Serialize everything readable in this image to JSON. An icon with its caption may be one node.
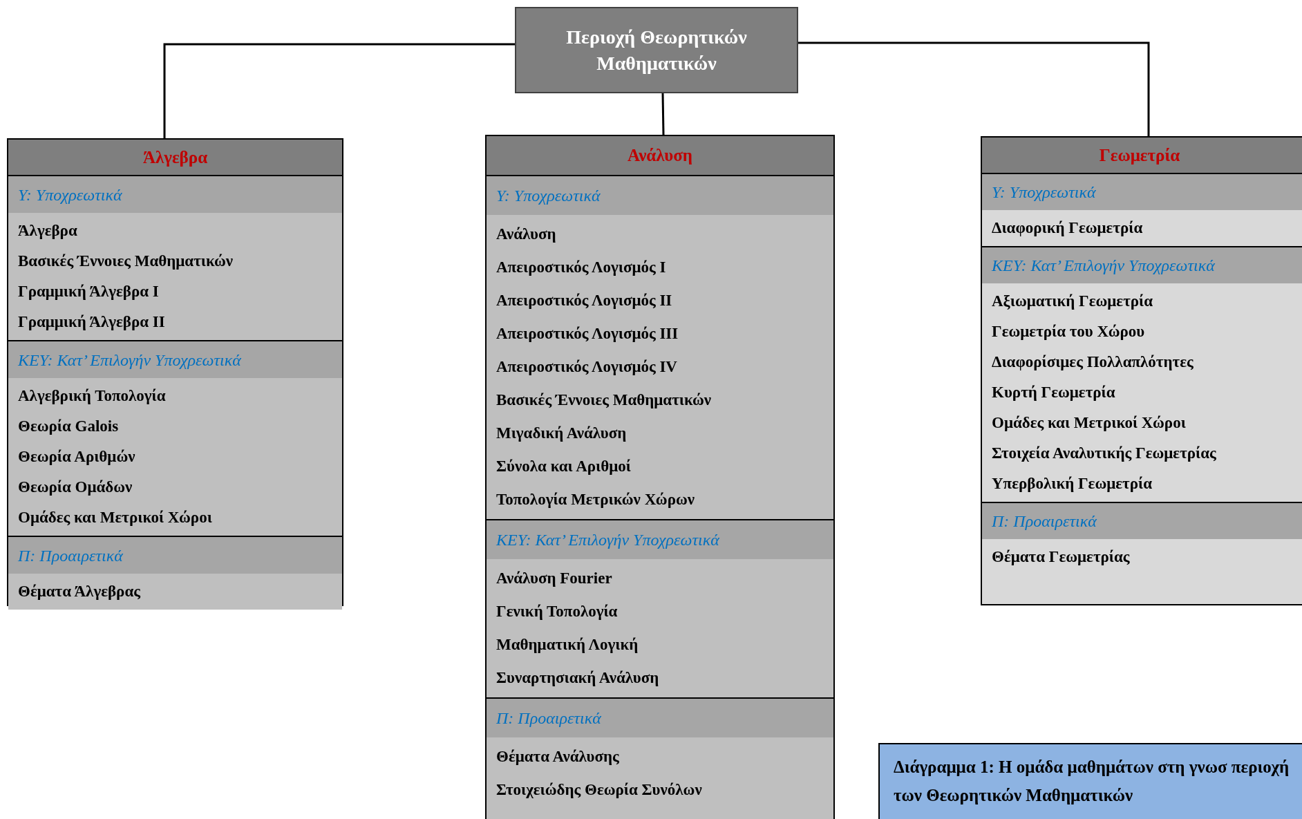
{
  "diagram": {
    "caption": "Διάγραμμα 1: Η ομάδα μαθημάτων στη γνωσ περιοχή των Θεωρητικών Μαθηματικών",
    "nodes": [
      {
        "text": [
          "Περιοχή Θεωρητικών Μαθηματικών"
        ]
      },
      {
        "text": [
          "Άλγεβρα"
        ]
      },
      {
        "text": [
          "Υ: Υποχρεωτικά",
          "Άλγεβρα",
          "Βασικές Έννοιες Μαθηματικών",
          "Γραμμική Άλγεβρα I",
          "Γραμμική Άλγεβρα II"
        ],
        "in": 1
      },
      {
        "text": [
          "ΚΕΥ: Κατ’ Επιλογήν Υποχρεωτικά",
          "Αλγεβρική Τοπολογία",
          "Θεωρία Galois",
          "Θεωρία Αριθμών",
          "Θεωρία Ομάδων",
          "Ομάδες και Μετρικοί Χώροι"
        ],
        "in": 1
      },
      {
        "text": [
          "Π: Προαιρετικά",
          "Θέματα Άλγεβρας"
        ],
        "in": 1
      },
      {
        "text": [
          "Ανάλυση"
        ]
      },
      {
        "text": [
          "Υ: Υποχρεωτικά",
          "Ανάλυση",
          "Απειροστικός Λογισμός I",
          "Απειροστικός Λογισμός II",
          "Απειροστικός Λογισμός III",
          "Απειροστικός Λογισμός IV",
          "Βασικές Έννοιες Μαθηματικών",
          "Μιγαδική Ανάλυση",
          "Σύνολα και Αριθμοί",
          "Τοπολογία Μετρικών Χώρων"
        ],
        "in": 5
      },
      {
        "text": [
          "ΚΕΥ: Κατ’ Επιλογήν Υποχρεωτικά",
          "Ανάλυση Fourier",
          "Γενική Τοπολογία",
          "Μαθηματική Λογική",
          "Συναρτησιακή Ανάλυση"
        ],
        "in": 5
      },
      {
        "text": [
          "Π: Προαιρετικά",
          "Θέματα Ανάλυσης",
          "Στοιχειώδης Θεωρία Συνόλων"
        ],
        "in": 5
      },
      {
        "text": [
          "Γεωμετρία"
        ]
      },
      {
        "text": [
          "Υ: Υποχρεωτικά",
          "Διαφορική Γεωμετρία"
        ],
        "in": 9
      },
      {
        "text": [
          "ΚΕΥ: Κατ’ Επιλογήν Υποχρεωτικά",
          "Αξιωματική Γεωμετρία",
          "Γεωμετρία του Χώρου",
          "Διαφορίσιμες Πολλαπλότητες",
          "Κυρτή Γεωμετρία",
          "Ομάδες και Μετρικοί Χώροι",
          "Στοιχεία Αναλυτικής Γεωμετρίας",
          "Υπερβολική Γεωμετρία"
        ],
        "in": 9
      },
      {
        "text": [
          "Π: Προαιρετικά",
          "Θέματα Γεωμετρίας"
        ],
        "in": 9
      }
    ],
    "edges": [
      {
        "from": 0,
        "to": 1,
        "arrow": "none"
      },
      {
        "from": 0,
        "to": 5,
        "arrow": "none"
      },
      {
        "from": 0,
        "to": 9,
        "arrow": "none"
      }
    ]
  }
}
